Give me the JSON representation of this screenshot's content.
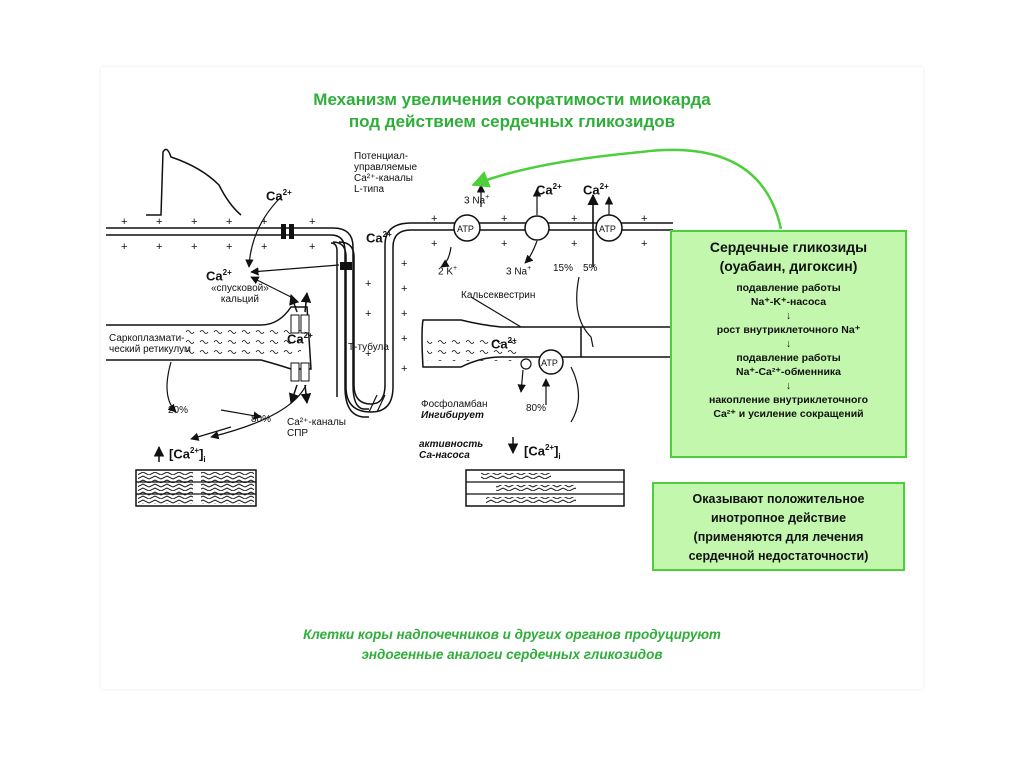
{
  "title": {
    "line1": "Механизм увеличения сократимости миокарда",
    "line2": "под действием  сердечных гликозидов"
  },
  "diagram": {
    "ca_upper_left": "Ca",
    "ca_upper_left_sup": "2+",
    "ca_channel": "Ca",
    "ca_channel_sup": "2+",
    "ca_left_mid": "Ca",
    "ca_left_mid_sup": "2+",
    "channels_label": [
      "Потенциал-",
      "управляемые",
      "Ca²⁺-каналы",
      "L-типа"
    ],
    "trigger_calcium": [
      "«спусковой»",
      "кальций"
    ],
    "sr_label": [
      "Саркоплазмати-",
      "ческий ретикулум"
    ],
    "ca_sr": "Ca",
    "ca_sr_sup": "2+",
    "pct_20": "20%",
    "pct_80_left": "80%",
    "spr_channels": [
      "Ca²⁺-каналы",
      "СПР"
    ],
    "t_tubule": "Т-тубула",
    "ca_left_bottom": "[Ca",
    "ca_left_bottom_sup": "2+",
    "ca_left_bottom_sub": "]",
    "ca_left_bottom_sub_i": "i",
    "na3_top": "3 Na",
    "na3_top_sup": "+",
    "atp1": "ATP",
    "k2": "2 K",
    "k2_sup": "+",
    "na3_bottom": "3 Na",
    "na3_bottom_sup": "+",
    "ca_right1": "Ca",
    "ca_right1_sup": "2+",
    "ca_right2": "Ca",
    "ca_right2_sup": "2+",
    "atp2": "ATP",
    "pct_15": "15%",
    "pct_5": "5%",
    "calsequestrin": "Кальсеквестрин",
    "ca_sr_right": "Ca",
    "ca_sr_right_sup": "2+",
    "atp3": "ATP",
    "phospholamban": [
      "Фосфоламбан",
      "Ингибирует"
    ],
    "pct_80_right": "80%",
    "activity": [
      "активность",
      "Са-насоса"
    ],
    "ca_right_bottom": "[Ca",
    "ca_right_bottom_sup": "2+",
    "ca_right_bottom_sub": "]",
    "ca_right_bottom_sub_i": "i"
  },
  "mechanism_box": {
    "heading1": "Сердечные гликозиды",
    "heading2": "(оуабаин, дигоксин)",
    "steps": [
      "подавление работы",
      "Na⁺-K⁺-насоса",
      "↓",
      "рост внутриклеточного Na⁺",
      "↓",
      "подавление работы",
      "Na⁺-Ca²⁺-обменника",
      "↓",
      "накопление внутриклеточного",
      "Ca²⁺ и усиление сокращений"
    ]
  },
  "effect_box": {
    "lines": [
      "Оказывают положительное",
      "инотропное действие",
      "(применяются для лечения",
      "сердечной недостаточности)"
    ]
  },
  "footer": {
    "line1": "Клетки коры надпочечников и других органов продуцируют",
    "line2": "эндогенные аналоги сердечных гликозидов"
  },
  "colors": {
    "accent_green": "#2fae3a",
    "box_fill": "#c3f7ad",
    "box_border": "#4ccf3a"
  }
}
